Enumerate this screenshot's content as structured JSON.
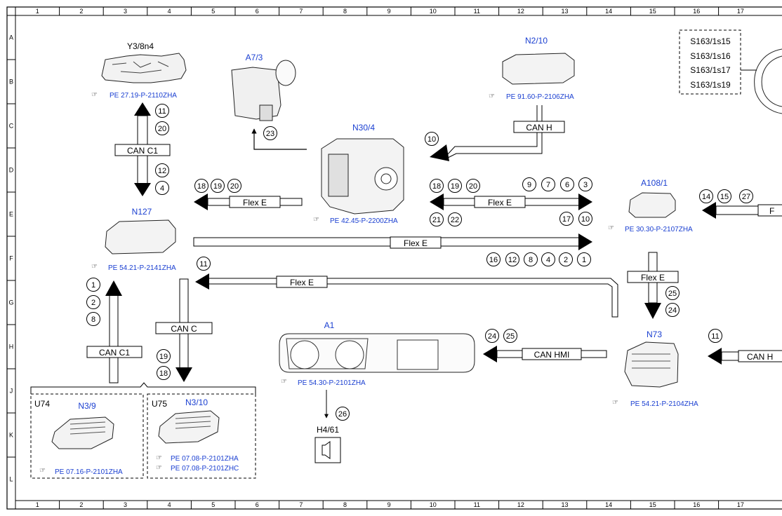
{
  "grid": {
    "columns": [
      "1",
      "2",
      "3",
      "4",
      "5",
      "6",
      "7",
      "8",
      "9",
      "10",
      "11",
      "12",
      "13",
      "14",
      "15",
      "16",
      "17"
    ],
    "rows": [
      "A",
      "B",
      "C",
      "D",
      "E",
      "F",
      "G",
      "H",
      "J",
      "K",
      "L"
    ]
  },
  "components": {
    "y3_8n4": {
      "label": "Y3/8n4",
      "ref": "PE 27.19-P-2110ZHA"
    },
    "a7_3": {
      "label": "A7/3"
    },
    "n30_4": {
      "label": "N30/4",
      "ref": "PE 42.45-P-2200ZHA"
    },
    "n2_10": {
      "label": "N2/10",
      "ref": "PE 91.60-P-2106ZHA"
    },
    "n127": {
      "label": "N127",
      "ref": "PE 54.21-P-2141ZHA"
    },
    "a108_1": {
      "label": "A108/1",
      "ref": "PE 30.30-P-2107ZHA"
    },
    "n73": {
      "label": "N73",
      "ref": "PE 54.21-P-2104ZHA"
    },
    "a1": {
      "label": "A1",
      "ref": "PE 54.30-P-2101ZHA"
    },
    "h4_61": {
      "label": "H4/61"
    },
    "u74": {
      "tag": "U74",
      "label": "N3/9",
      "ref": "PE 07.16-P-2101ZHA"
    },
    "u75": {
      "tag": "U75",
      "label": "N3/10",
      "ref1": "PE 07.08-P-2101ZHA",
      "ref2": "PE 07.08-P-2101ZHC"
    },
    "switches": [
      "S163/1s15",
      "S163/1s16",
      "S163/1s17",
      "S163/1s19"
    ]
  },
  "buses": {
    "can_c1_top": "CAN C1",
    "can_c1_bottom": "CAN C1",
    "can_h": "CAN H",
    "flex_e_left": "Flex E",
    "flex_e_mid": "Flex E",
    "flex_e_long": "Flex E",
    "flex_e_return": "Flex E",
    "flex_e_vertical": "Flex E",
    "can_c": "CAN C",
    "can_hmi": "CAN HMI",
    "can_h_right": "CAN H",
    "flex_right": "F"
  },
  "signals": {
    "s11a": "11",
    "s20a": "20",
    "s12a": "12",
    "s4a": "4",
    "s23": "23",
    "s10a": "10",
    "s18a": "18",
    "s19a": "19",
    "s20b": "20",
    "s18b": "18",
    "s19b": "19",
    "s20c": "20",
    "s9": "9",
    "s7": "7",
    "s6": "6",
    "s3": "3",
    "s21": "21",
    "s22": "22",
    "s17": "17",
    "s10b": "10",
    "s14": "14",
    "s15": "15",
    "s27": "27",
    "s16": "16",
    "s12b": "12",
    "s8a": "8",
    "s4b": "4",
    "s2a": "2",
    "s1a": "1",
    "s11b": "11",
    "s1b": "1",
    "s2b": "2",
    "s8b": "8",
    "s19c": "19",
    "s18c": "18",
    "s25a": "25",
    "s24a": "24",
    "s24b": "24",
    "s25b": "25",
    "s11c": "11",
    "s26": "26"
  }
}
